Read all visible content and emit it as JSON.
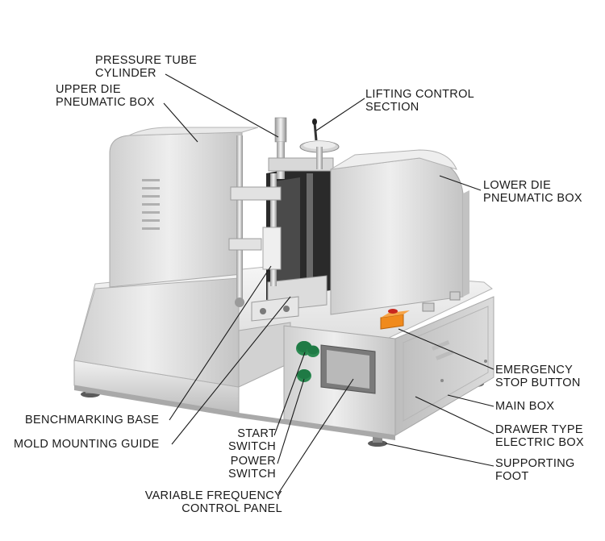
{
  "labels": {
    "pressure_tube_cylinder": [
      "PRESSURE TUBE",
      "CYLINDER"
    ],
    "upper_die_pneumatic_box": [
      "UPPER DIE",
      "PNEUMATIC BOX"
    ],
    "lifting_control_section": [
      "LIFTING CONTROL",
      "SECTION"
    ],
    "lower_die_pneumatic_box": [
      "LOWER DIE",
      "PNEUMATIC BOX"
    ],
    "emergency_stop_button": [
      "EMERGENCY",
      "STOP BUTTON"
    ],
    "main_box": [
      "MAIN BOX"
    ],
    "drawer_type_electric_box": [
      "DRAWER TYPE",
      "ELECTRIC BOX"
    ],
    "supporting_foot": [
      "SUPPORTING",
      "FOOT"
    ],
    "benchmarking_base": [
      "BENCHMARKING BASE"
    ],
    "mold_mounting_guide": [
      "MOLD MOUNTING GUIDE"
    ],
    "start_switch": [
      "START",
      "SWITCH"
    ],
    "power_switch": [
      "POWER",
      "SWITCH"
    ],
    "variable_frequency_control_panel": [
      "VARIABLE FREQUENCY",
      "CONTROL PANEL"
    ]
  },
  "colors": {
    "steel_light": "#e4e4e4",
    "steel_mid": "#c9c9c9",
    "steel_dark": "#9c9c9c",
    "button_green": "#1f7a45",
    "emergency_orange": "#f08a1c",
    "emergency_red": "#c8281e",
    "leader_line": "#1a1a1a"
  }
}
